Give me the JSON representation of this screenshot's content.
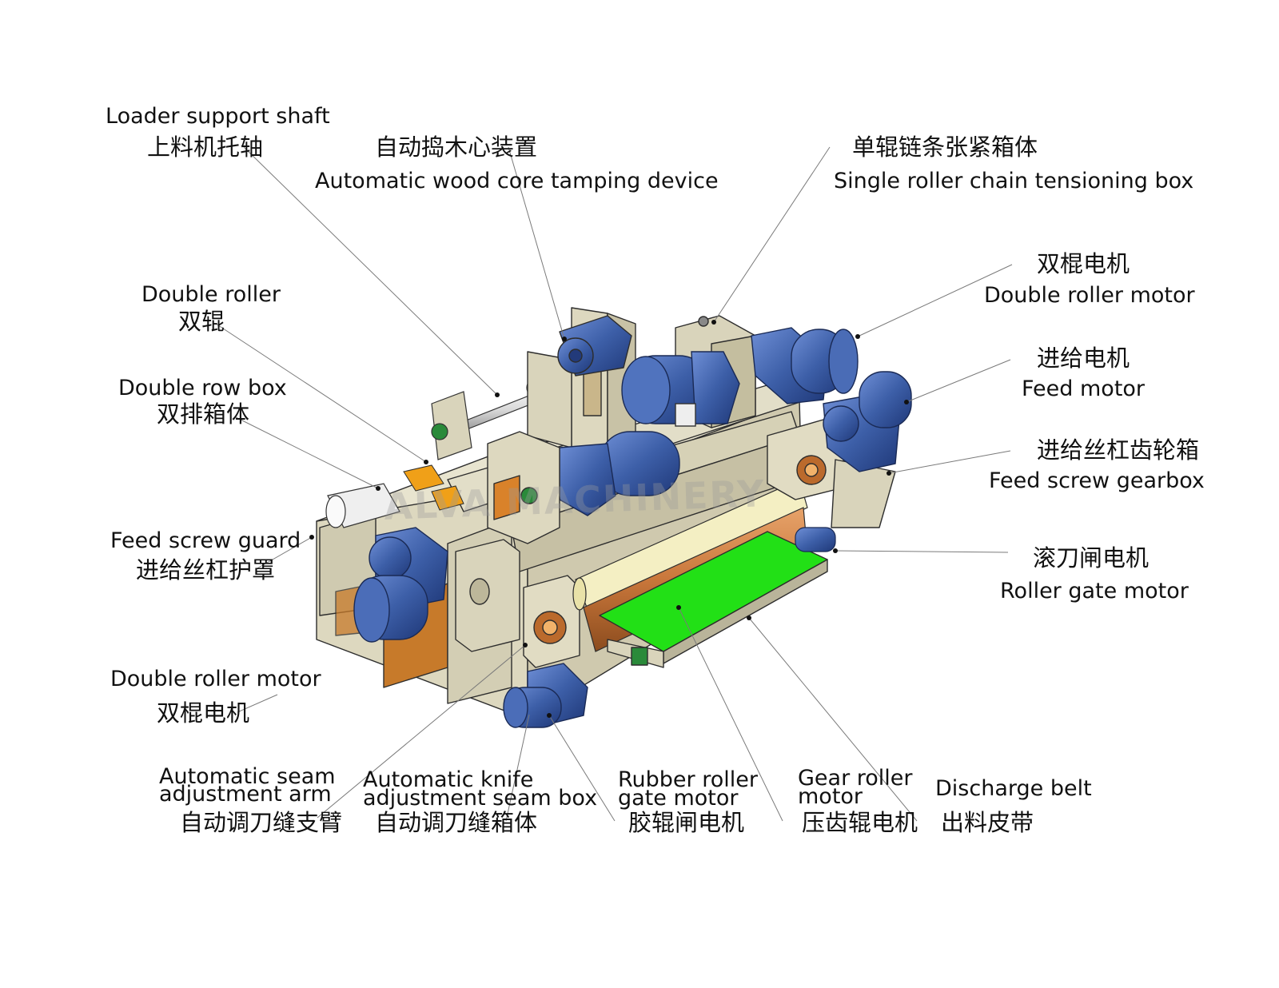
{
  "watermark": "ALVA MACHINERY",
  "colors": {
    "frame": "#dcd7bd",
    "frame_edge": "#2d2d2d",
    "motor_blue": "#3d5fa8",
    "orange_pad": "#f0a018",
    "brown_panel": "#c77a2a",
    "belt_green": "#22e016",
    "roller_brown": "#c9773b",
    "roller_cream": "#f4efc3",
    "leader_line": "#7a7a7a"
  },
  "labels": {
    "loader_support_shaft": {
      "en": "Loader support shaft",
      "zh": "上料机托轴"
    },
    "wood_core_tamping": {
      "zh": "自动捣木心装置",
      "en": "Automatic wood core tamping device"
    },
    "chain_tension_box": {
      "zh": "单辊链条张紧箱体",
      "en": "Single roller chain tensioning box"
    },
    "double_roller_motor_right": {
      "zh": "双棍电机",
      "en": "Double roller motor"
    },
    "feed_motor": {
      "zh": "进给电机",
      "en": "Feed motor"
    },
    "feed_screw_gearbox": {
      "zh": "进给丝杠齿轮箱",
      "en": "Feed screw gearbox"
    },
    "roller_gate_motor": {
      "zh": "滚刀闸电机",
      "en": "Roller gate motor"
    },
    "double_roller": {
      "en": "Double roller",
      "zh": "双辊"
    },
    "double_row_box": {
      "en": "Double row box",
      "zh": "双排箱体"
    },
    "feed_screw_guard": {
      "en": "Feed screw guard",
      "zh": "进给丝杠护罩"
    },
    "double_roller_motor_left": {
      "en": "Double roller motor",
      "zh": "双棍电机"
    },
    "auto_seam_arm": {
      "en1": "Automatic seam",
      "en2": "adjustment arm",
      "zh": "自动调刀缝支臂"
    },
    "auto_knife_box": {
      "en1": "Automatic knife",
      "en2": "adjustment seam box",
      "zh": "自动调刀缝箱体"
    },
    "rubber_roller_gate_motor": {
      "en1": "Rubber roller",
      "en2": "gate motor",
      "zh": "胶辊闸电机"
    },
    "gear_roller_motor": {
      "en1": "Gear roller",
      "en2": "motor",
      "zh": "压齿辊电机"
    },
    "discharge_belt": {
      "en": "Discharge belt",
      "zh": "出料皮带"
    }
  }
}
